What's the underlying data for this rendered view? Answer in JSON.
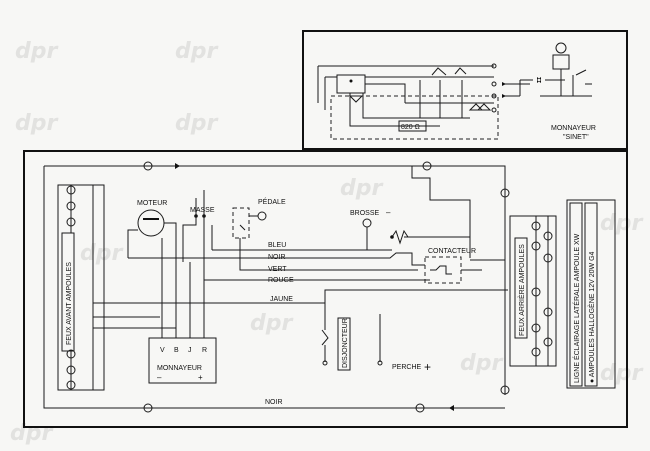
{
  "labels": {
    "monnayeur_sinet_1": "MONNAYEUR",
    "monnayeur_sinet_2": "\"SINET\"",
    "resistor": "820 Ω",
    "moteur": "MOTEUR",
    "masse": "MASSE",
    "pedale": "PÉDALE",
    "brosse": "BROSSE",
    "bleu": "BLEU",
    "noir": "NOIR",
    "vert": "VERT",
    "rouge": "ROUGE",
    "contacteur": "CONTACTEUR",
    "jaune": "JAUNE",
    "feux_avant": "FEUX AVANT AMPOULES",
    "feux_arriere": "FEUX ARRIÈRE AMPOULES",
    "ligne_eclairage": "LIGNE ÉCLAIRAGE LATÉRALE AMPOULE XW",
    "ampoules_halogene": "● AMPOULES HALLOGÈNE 12V 20W G4",
    "disjoncteur": "DISJONCTEUR",
    "perche": "PERCHE",
    "perche_plus": "+",
    "monnayeur": "MONNAYEUR",
    "term_v": "V",
    "term_b": "B",
    "term_j": "J",
    "term_r": "R",
    "minus": "–",
    "plus": "+",
    "noir_bottom": "NOIR",
    "brosse_minus": "–"
  },
  "watermark": "dpr",
  "colors": {
    "ink": "#111111",
    "paper": "#f7f7f5",
    "watermark": "#e2e2e0"
  }
}
